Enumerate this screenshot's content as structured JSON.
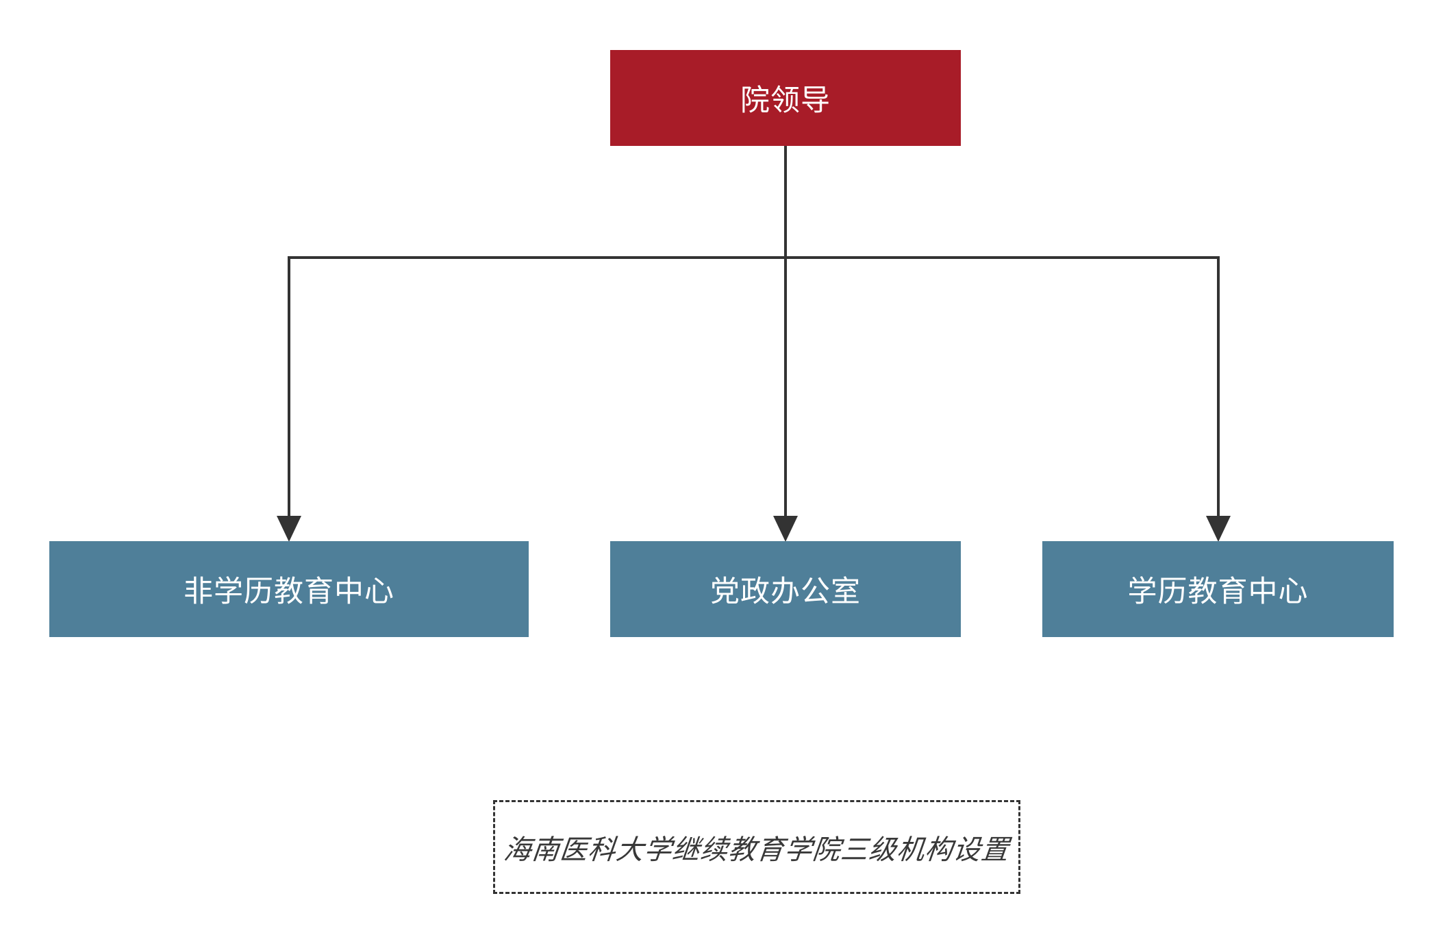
{
  "diagram": {
    "type": "org-chart",
    "root": {
      "label": "院领导"
    },
    "children": [
      {
        "label": "非学历教育中心"
      },
      {
        "label": "党政办公室"
      },
      {
        "label": "学历教育中心"
      }
    ],
    "caption": "海南医科大学继续教育学院三级机构设置",
    "colors": {
      "root_bg": "#A81C28",
      "child_bg": "#4F7F99",
      "connector": "#333333",
      "node_text": "#FFFFFF",
      "caption_text": "#383838"
    }
  }
}
